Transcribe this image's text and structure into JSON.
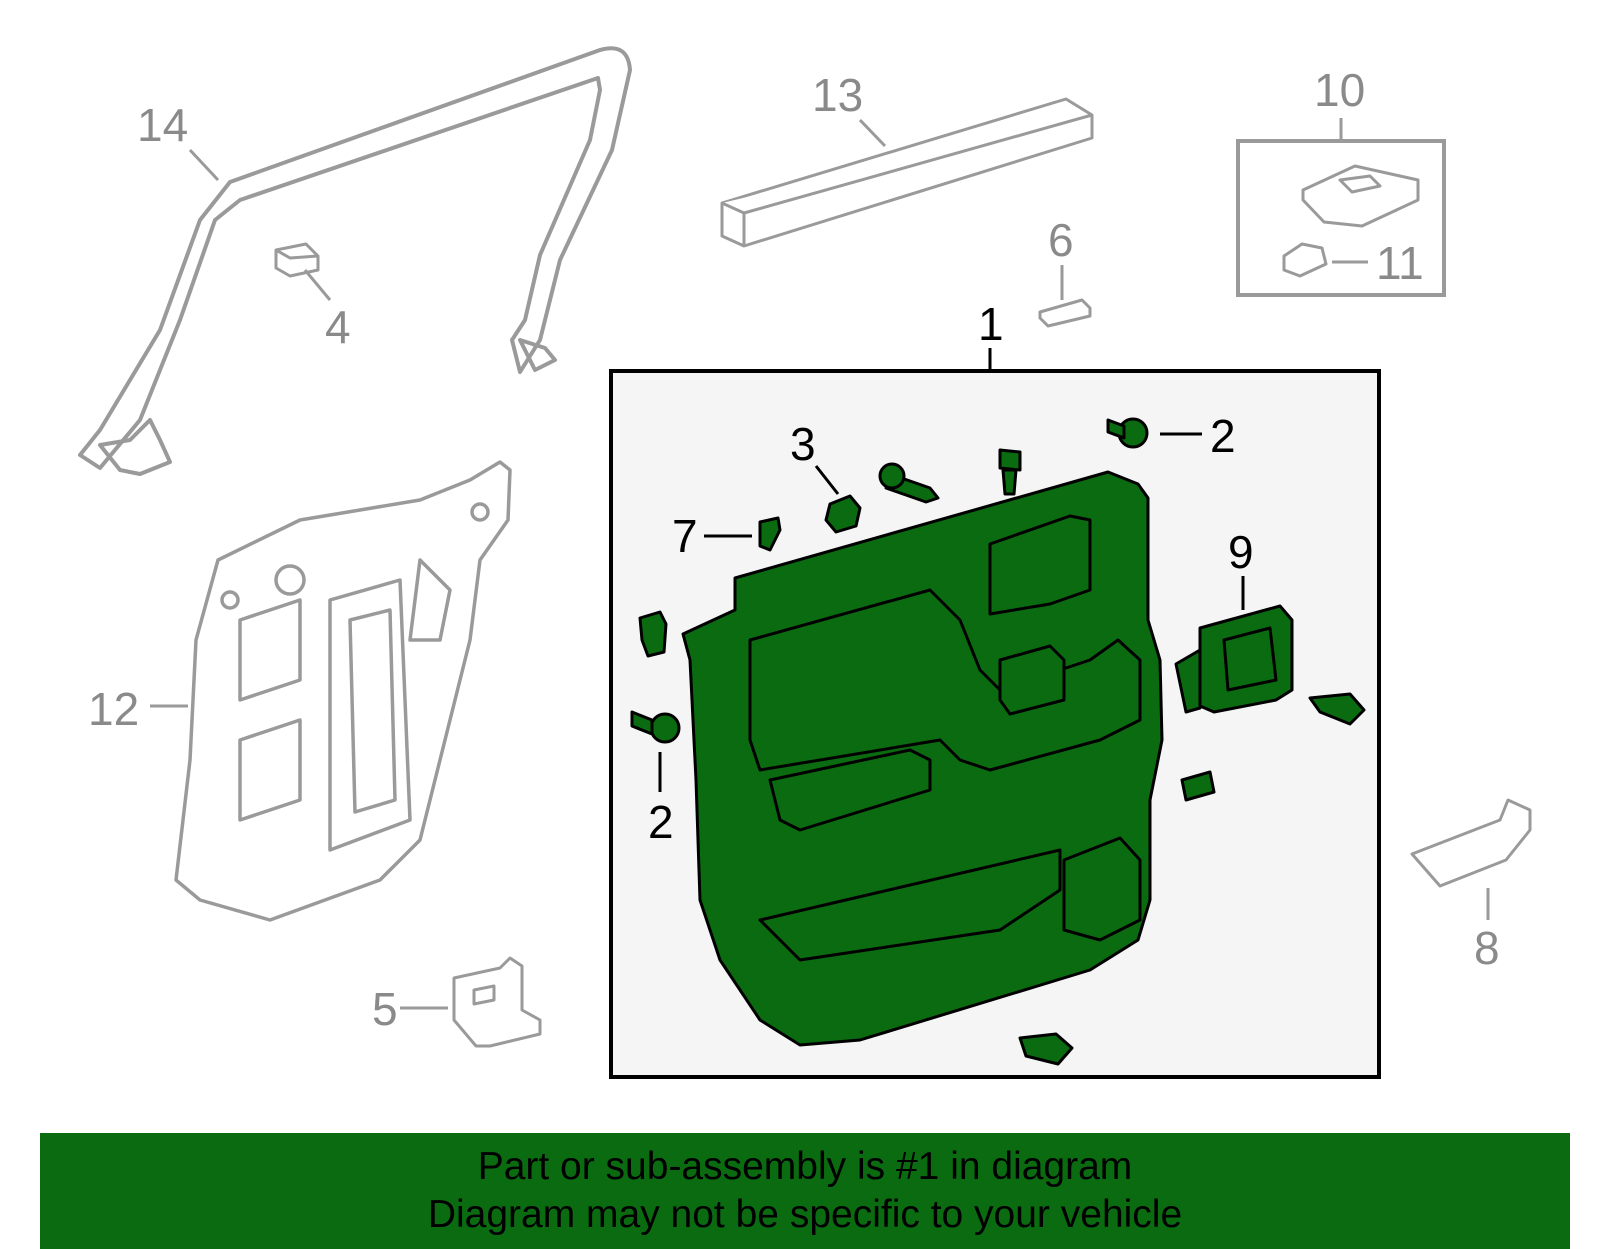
{
  "callouts": {
    "c1": "1",
    "c2a": "2",
    "c2b": "2",
    "c3": "3",
    "c4": "4",
    "c5": "5",
    "c6": "6",
    "c7": "7",
    "c8": "8",
    "c9": "9",
    "c10": "10",
    "c11": "11",
    "c12": "12",
    "c13": "13",
    "c14": "14"
  },
  "footer": {
    "line1": "Part or sub-assembly is #1 in diagram",
    "line2": "Diagram may not be specific to your vehicle"
  },
  "colors": {
    "highlight_green": "#0b6b10",
    "outline_grey": "#9a9a9a",
    "panel_bg": "#f5f5f5"
  }
}
